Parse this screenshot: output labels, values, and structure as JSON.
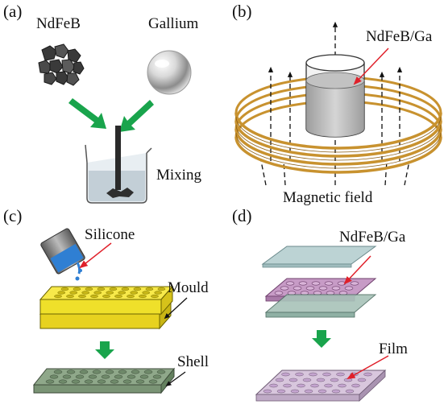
{
  "panels": [
    {
      "tag": "(a)",
      "labels": {
        "ndfeb": "NdFeB",
        "gallium": "Gallium",
        "mixing": "Mixing"
      }
    },
    {
      "tag": "(b)",
      "labels": {
        "alloy": "NdFeB/Ga",
        "field": "Magnetic field"
      }
    },
    {
      "tag": "(c)",
      "labels": {
        "silicone": "Silicone",
        "mould": "Mould",
        "shell": "Shell"
      }
    },
    {
      "tag": "(d)",
      "labels": {
        "alloy": "NdFeB/Ga",
        "film": "Film"
      }
    }
  ],
  "colors": {
    "process_arrow": "#19a44c",
    "annotation_arrow": "#e0202a",
    "coil": "#c8922f",
    "coil_dark": "#8a5e16",
    "mould": "#f5e42a",
    "shell": "#8fa88a",
    "silicone": "#2f7fd3",
    "film_layer": "#c79bc6",
    "cover_layer": "#bcd3d4"
  },
  "icons": [
    "ndfeb-particles",
    "gallium-sphere",
    "mixing-beaker",
    "ring-coil",
    "alloy-cylinder",
    "pouring-cup",
    "mould-tray",
    "silicone-shell",
    "layer-stack",
    "composite-film"
  ]
}
